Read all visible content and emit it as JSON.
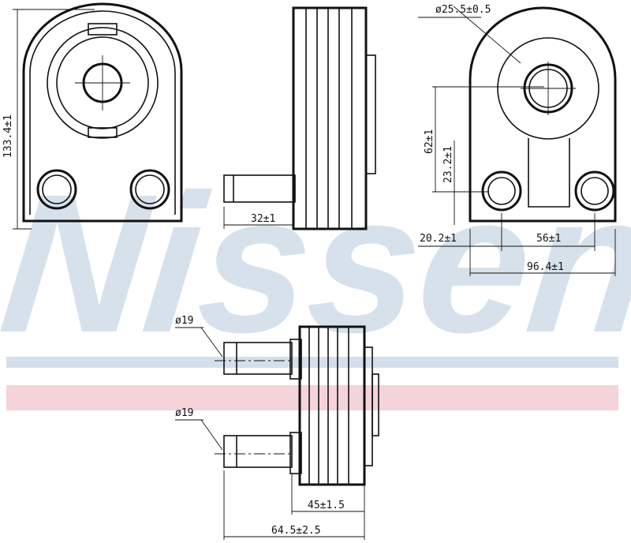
{
  "watermark": {
    "brand": "Nissens",
    "colors": {
      "blue": "#c9d7e6",
      "red": "#f1c8cf"
    }
  },
  "dimensions": {
    "height_total": "133.4±1",
    "pipe_length": "32±1",
    "bore_diameter": "ø25.5±0.5",
    "center_to_center_vertical": "62±1",
    "port_offset_vertical": "23.2±1",
    "port_offset_horizontal": "20.2±1",
    "port_spacing": "56±1",
    "width_total": "96.4±1",
    "pipe_diameter_upper": "ø19",
    "pipe_diameter_lower": "ø19",
    "body_depth": "45±1.5",
    "overall_depth": "64.5±2.5"
  }
}
